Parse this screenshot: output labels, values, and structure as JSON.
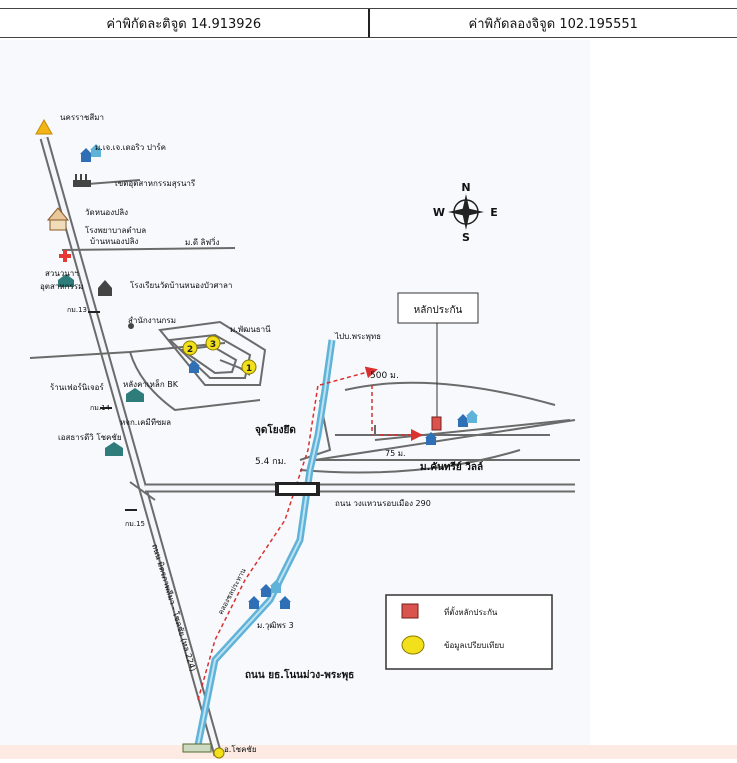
{
  "header": {
    "lat_label": "ค่าพิกัดละติจูด 14.913926",
    "lng_label": "ค่าพิกัดลองจิจูด 102.195551"
  },
  "map": {
    "labels": {
      "nakhon": "นครราชสีมา",
      "park": "ม.เจ.เจ.เดอริว ปาร์ค",
      "industrial_zone": "เขตอุตสาหกรรมสุรนารี",
      "temple": "วัดหนองปลิง",
      "hospital_1": "โรงพยาบาลตำบล",
      "hospital_2": "บ้านหนองปลิง",
      "dd_living": "ม.ดี ลิฟวิ่ง",
      "park_ind_1": "สวนวนาฯ",
      "park_ind_2": "อุตสาหกรรม",
      "km13": "กม.13",
      "school": "โรงเรียนวัดบ้านหนองบัวศาลา",
      "office": "สำนักงานกรม",
      "phatthana": "ม.พัฒนธานี",
      "to_phraphut": "ไปบ.พระพุทธ",
      "collateral": "หลักประกัน",
      "furniture": "ร้านเฟอร์นิเจอร์",
      "km14": "กม.14",
      "steel_bk": "หลังคาเหล็ก BK",
      "chemical": "หจก.เคมีทีซผล",
      "food": "เอสธารดีวิ โชคชัย",
      "dist_500": "500 ม.",
      "reference_point": "จุดโยงยึด",
      "dist_75": "75 ม.",
      "kanthorn": "ม.คันทรีย์ วิลล์",
      "dist_54": "5.4 กม.",
      "ring_road": "ถนน วงแหวนรอบเมือง 290",
      "km15": "กม.15",
      "highway": "ถนน มิตรภาพสีมา - โชคชัย (ทล.224)",
      "canal": "คลองชลประทาน",
      "wutthiphon": "ม.วุฒิพร 3",
      "local_road": "ถนน ยธ.โนนม่วง-พระพุธ",
      "chokchai": "อ.โชคชัย",
      "compass_n": "N",
      "compass_s": "S",
      "compass_e": "E",
      "compass_w": "W",
      "num_1": "1",
      "num_2": "2",
      "num_3": "3"
    },
    "legend": {
      "collateral_location": "ที่ตั้งหลักประกัน",
      "comparison_data": "ข้อมูลเปรียบเทียบ"
    },
    "colors": {
      "road": "#6b6b6b",
      "canal": "#5fb3d8",
      "collateral": "#d9534f",
      "comparison": "#f2e01a",
      "house": "#2f6fb5",
      "arrow": "#d93030"
    }
  }
}
